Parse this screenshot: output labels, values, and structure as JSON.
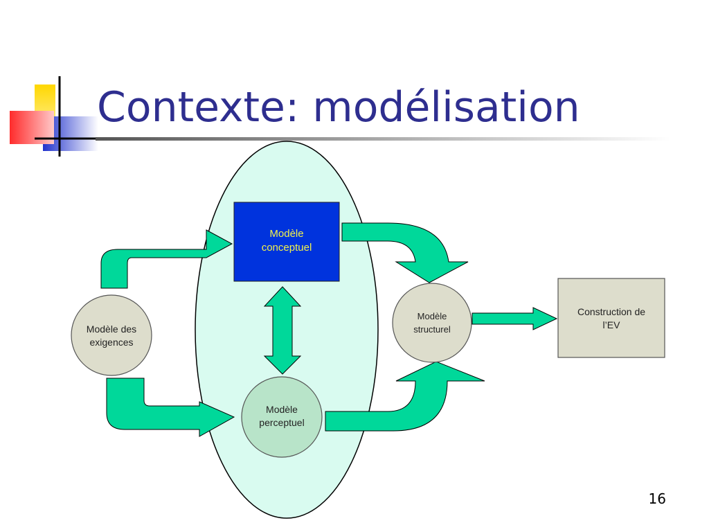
{
  "slide": {
    "title": "Contexte: modélisation",
    "page_number": "16"
  },
  "diagram": {
    "nodes": {
      "conceptual": "Modèle conceptuel",
      "conceptual_lines": [
        "Modèle",
        "conceptuel"
      ],
      "requirements_lines": [
        "Modèle des",
        "exigences"
      ],
      "perceptual_lines": [
        "Modèle",
        "perceptuel"
      ],
      "structural_lines": [
        "Modèle",
        "structurel"
      ],
      "construction_lines": [
        "Construction de",
        "l’EV"
      ]
    },
    "colors": {
      "title": "#2e2e8f",
      "arrow": "#00d89a",
      "ellipse_fill": "#d9fbf0",
      "conceptual_box": "#0033dd",
      "conceptual_text": "#f2f24a",
      "grey_node": "#ddddcc",
      "perceptual_node": "#b8e4c9",
      "deco_yellow": "#ffd700",
      "deco_red": "#ff3333",
      "deco_blue": "#3344cc"
    }
  }
}
